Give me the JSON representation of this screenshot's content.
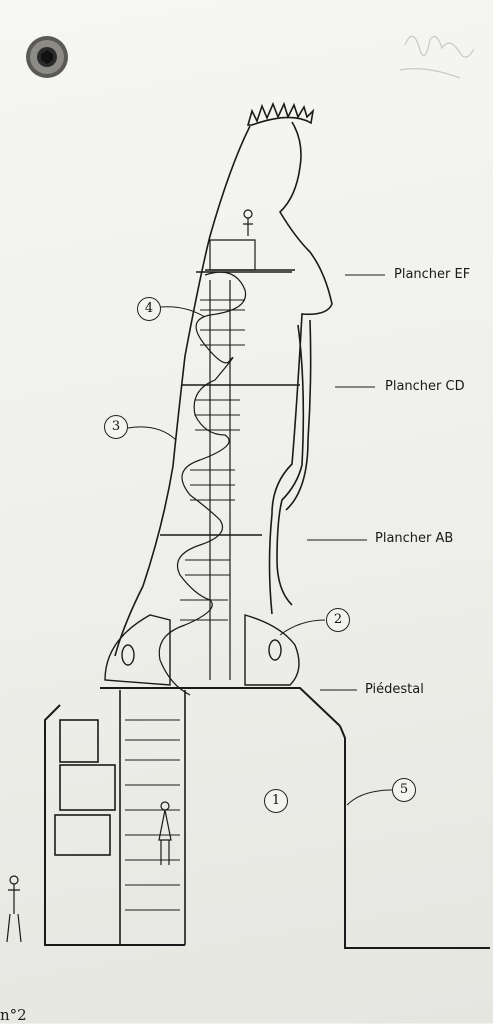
{
  "labels": {
    "plancher_ef": "Plancher EF",
    "plancher_cd": "Plancher CD",
    "plancher_ab": "Plancher AB",
    "piedestal": "Piédestal"
  },
  "callouts": [
    "1",
    "2",
    "3",
    "4",
    "5"
  ],
  "bottom_text": "n°2",
  "scribble": "Pin"
}
